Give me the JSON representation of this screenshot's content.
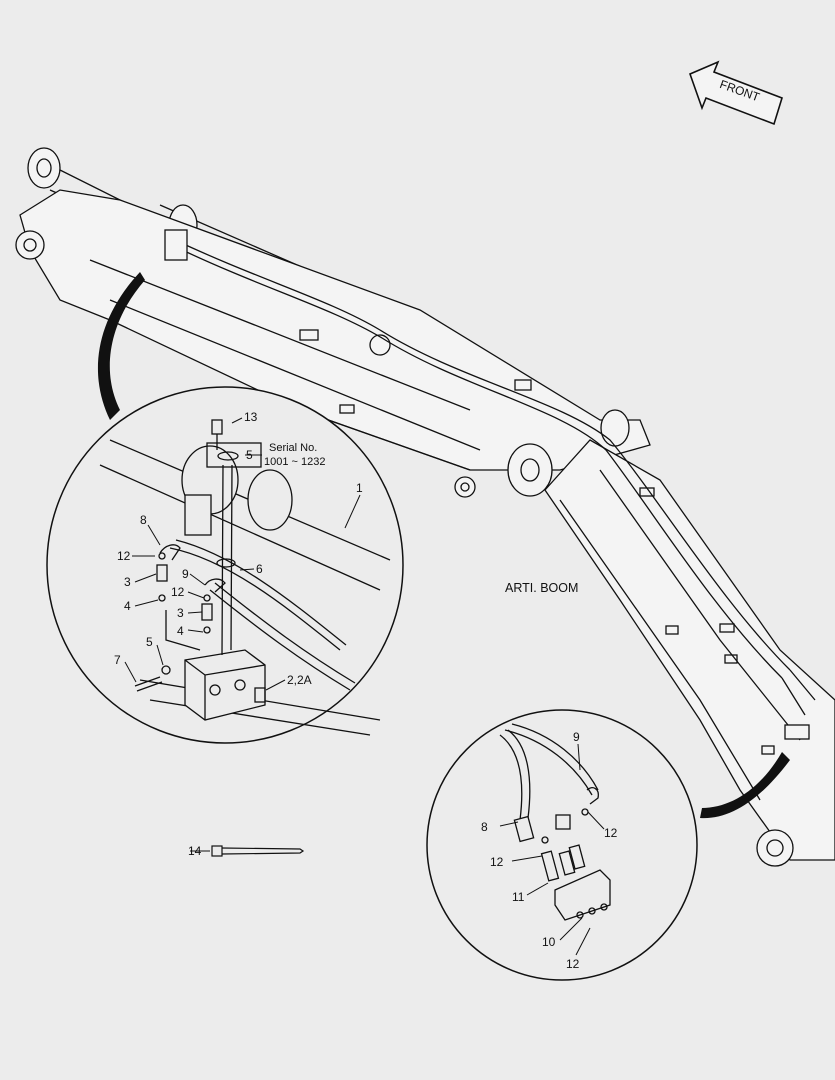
{
  "diagram": {
    "front_label": "FRONT",
    "boom_label": "ARTI. BOOM",
    "serial_title": "Serial No.",
    "serial_range": "1001 ~ 1232",
    "callouts_left": {
      "c1": "1",
      "c2_2a": "2,2A",
      "c3_a": "3",
      "c3_b": "3",
      "c4_a": "4",
      "c4_b": "4",
      "c5_a": "5",
      "c5_b": "5",
      "c6": "6",
      "c7": "7",
      "c8": "8",
      "c9": "9",
      "c12_a": "12",
      "c12_b": "12",
      "c13": "13",
      "c14": "14"
    },
    "callouts_right": {
      "c8": "8",
      "c9": "9",
      "c10": "10",
      "c11": "11",
      "c12_a": "12",
      "c12_b": "12",
      "c12_c": "12"
    }
  }
}
